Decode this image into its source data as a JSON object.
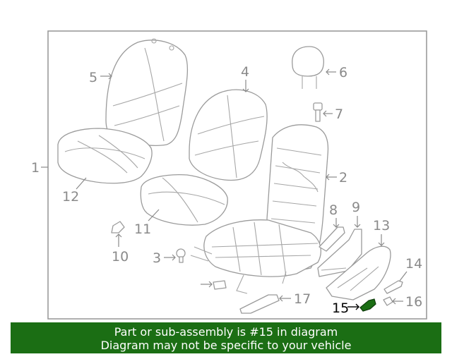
{
  "diagram": {
    "callouts": [
      "1",
      "2",
      "3",
      "4",
      "5",
      "6",
      "7",
      "8",
      "9",
      "10",
      "11",
      "12",
      "13",
      "14",
      "15",
      "16",
      "17"
    ],
    "highlighted_callout": "15",
    "colors": {
      "line_art": "#9b9b9b",
      "callout_text": "#8a8a8a",
      "highlight_text": "#000000",
      "highlight_part": "#1b6e14",
      "banner_bg": "#1b6e14",
      "banner_text": "#ffffff"
    }
  },
  "banner": {
    "line1": "Part or sub-assembly is #15 in diagram",
    "line2": "Diagram may not be specific to your vehicle"
  }
}
